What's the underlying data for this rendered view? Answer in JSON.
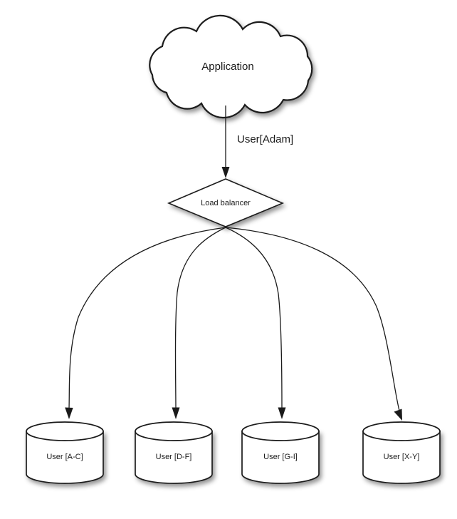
{
  "diagram": {
    "title": "Load balancer user sharding diagram",
    "background_color": "#ffffff",
    "stroke_color": "#1a1a1a",
    "nodes": {
      "cloud": {
        "label": "Application",
        "shape": "cloud"
      },
      "balancer": {
        "label": "Load balancer",
        "shape": "diamond"
      },
      "databases": [
        {
          "label": "User [A-C]",
          "shape": "cylinder"
        },
        {
          "label": "User [D-F]",
          "shape": "cylinder"
        },
        {
          "label": "User [G-I]",
          "shape": "cylinder"
        },
        {
          "label": "User [X-Y]",
          "shape": "cylinder"
        }
      ]
    },
    "edges": {
      "cloud_to_balancer": {
        "label": "User[Adam]",
        "arrow": "down-arrow-icon"
      },
      "balancer_to_databases": {
        "count": 4,
        "arrow": "down-arrow-icon"
      }
    }
  }
}
